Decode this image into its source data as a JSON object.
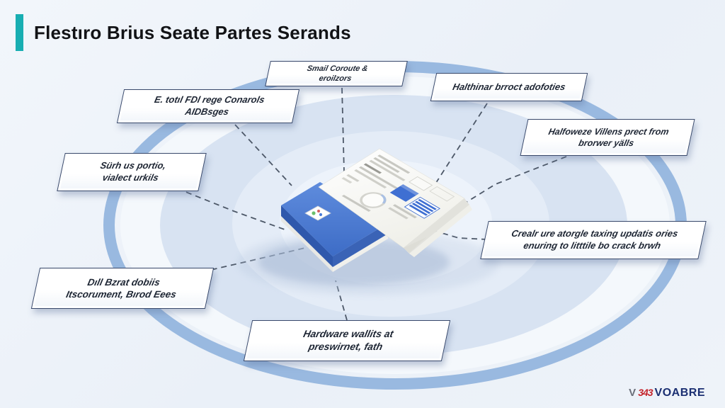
{
  "title": "Flestıro Brius Seate Partes Serands",
  "colors": {
    "accent-teal": "#18aeb2",
    "ring-blue": "#8db1dc",
    "box-border": "#39496b",
    "box-text": "#1d2533",
    "logo-navy": "#1b2f72",
    "logo-red": "#c4242c",
    "book-blue": "#4a7cd6"
  },
  "nodes": [
    {
      "id": "top-center",
      "line1": "Smail Coroute &",
      "line2": "eroilzors"
    },
    {
      "id": "top-left",
      "line1": "E. totıl FDl rege Conarols",
      "line2": "AIDBsges"
    },
    {
      "id": "top-right",
      "line1": "Halthinar brroct adofoties",
      "line2": ""
    },
    {
      "id": "right-upper",
      "line1": "Halfoweze Villens prect from",
      "line2": "brorwer yälls"
    },
    {
      "id": "right-lower",
      "line1": "Crealr ure atorgle taxing updatis ories",
      "line2": "enuring to litttile bo crack brwh"
    },
    {
      "id": "left",
      "line1": "Sürh us portio,",
      "line2": "vialect urkils"
    },
    {
      "id": "bottom-left",
      "line1": "Dıll Bzrat dobiis",
      "line2": "Itscorument, Bırod Eees"
    },
    {
      "id": "bottom-center",
      "line1": "Hardware wallits at",
      "line2": "preswirnet, fath"
    }
  ],
  "logo": {
    "mark_outline": "V",
    "mark_red": "343",
    "name": "VOABRE"
  }
}
